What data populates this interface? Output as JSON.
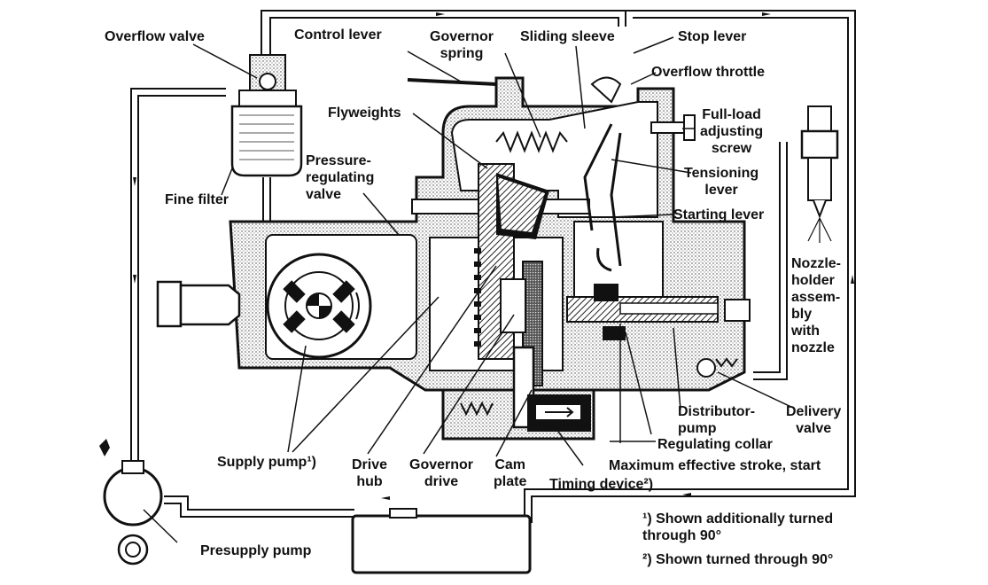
{
  "labels": {
    "overflow_valve": "Overflow valve",
    "control_lever": "Control lever",
    "governor_spring": "Governor\nspring",
    "sliding_sleeve": "Sliding sleeve",
    "stop_lever": "Stop lever",
    "overflow_throttle": "Overflow throttle",
    "flyweights": "Flyweights",
    "full_load_screw": "Full-load\nadjusting\nscrew",
    "pressure_regulating_valve": "Pressure-\nregulating\nvalve",
    "tensioning_lever": "Tensioning\nlever",
    "fine_filter": "Fine filter",
    "starting_lever": "Starting lever",
    "nozzle_holder": "Nozzle-\nholder\nassem-\nbly\nwith\nnozzle",
    "distributor_pump": "Distributor-\npump",
    "delivery_valve": "Delivery\nvalve",
    "regulating_collar": "Regulating collar",
    "supply_pump": "Supply pump¹)",
    "drive_hub": "Drive\nhub",
    "governor_drive": "Governor\ndrive",
    "cam_plate": "Cam\nplate",
    "max_stroke": "Maximum effective stroke, start",
    "timing_device": "Timing device²)",
    "presupply_pump": "Presupply pump"
  },
  "footnotes": {
    "note1": "¹) Shown additionally turned\n    through 90°",
    "note2": "²) Shown turned through 90°"
  },
  "colors": {
    "line": "#111111",
    "stipple": "#9a9a9a",
    "hatch": "#222222",
    "paper": "#ffffff"
  }
}
